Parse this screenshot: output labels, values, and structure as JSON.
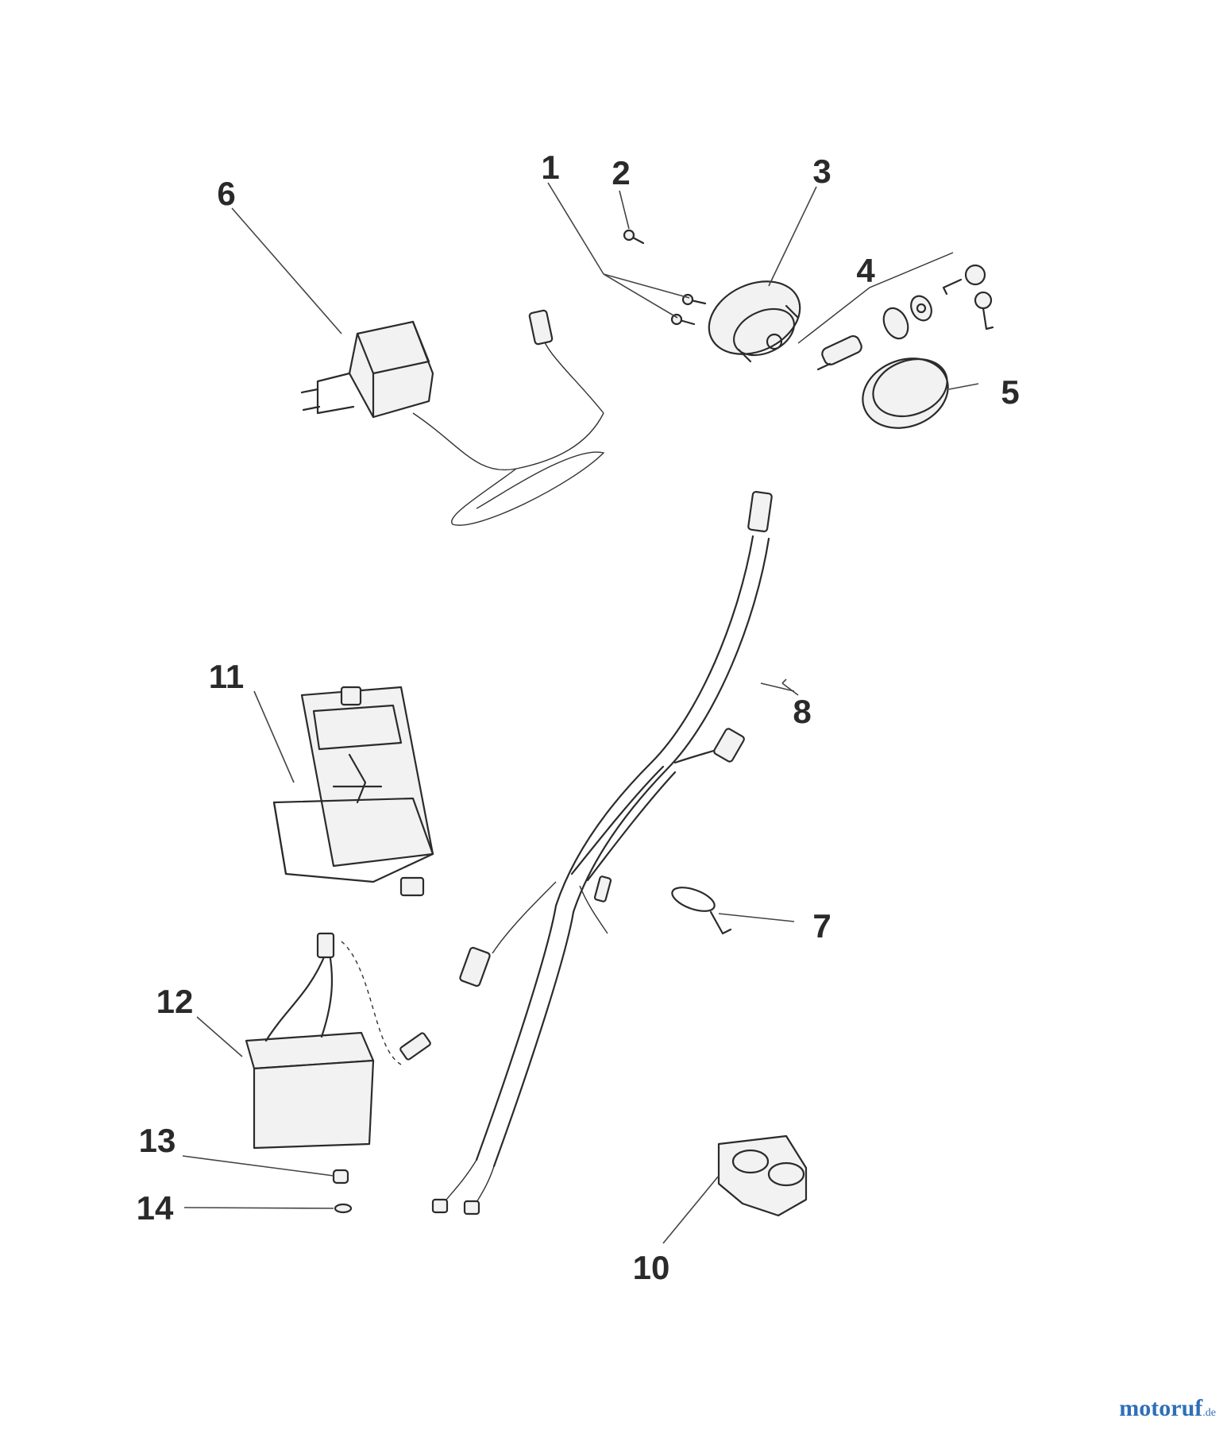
{
  "callouts": {
    "c1": "1",
    "c2": "2",
    "c3": "3",
    "c4": "4",
    "c5": "5",
    "c6": "6",
    "c7": "7",
    "c8": "8",
    "c10": "10",
    "c11": "11",
    "c12": "12",
    "c13": "13",
    "c14": "14"
  },
  "watermark": {
    "main": "motoruf",
    "tld": ".de"
  }
}
